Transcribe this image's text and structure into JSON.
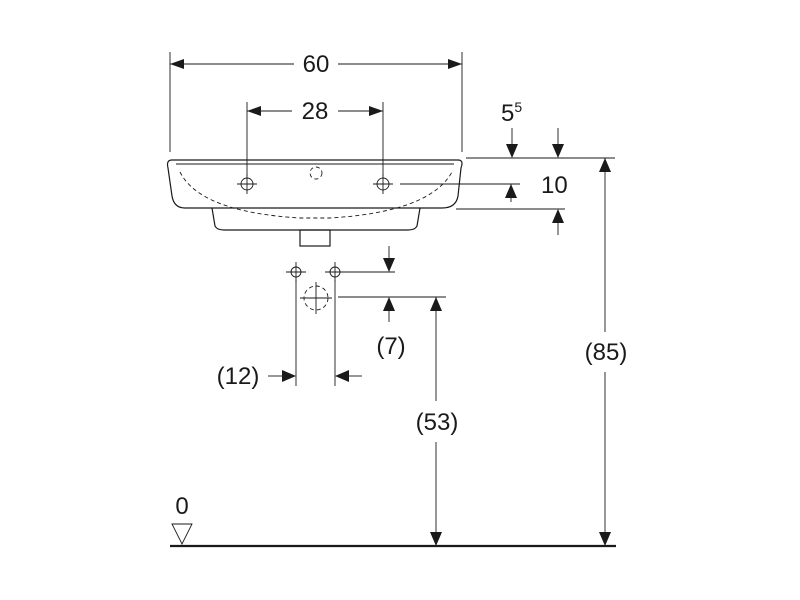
{
  "dimensions": {
    "overall_width": "60",
    "tap_hole_spacing": "28",
    "rim_offset_base": "5",
    "rim_offset_exponent": "5",
    "bowl_depth": "10",
    "drain_outlet_height": "(7)",
    "supply_spacing": "(12)",
    "outlet_height_from_floor": "(53)",
    "rim_height_from_floor": "(85)",
    "floor_level": "0"
  }
}
